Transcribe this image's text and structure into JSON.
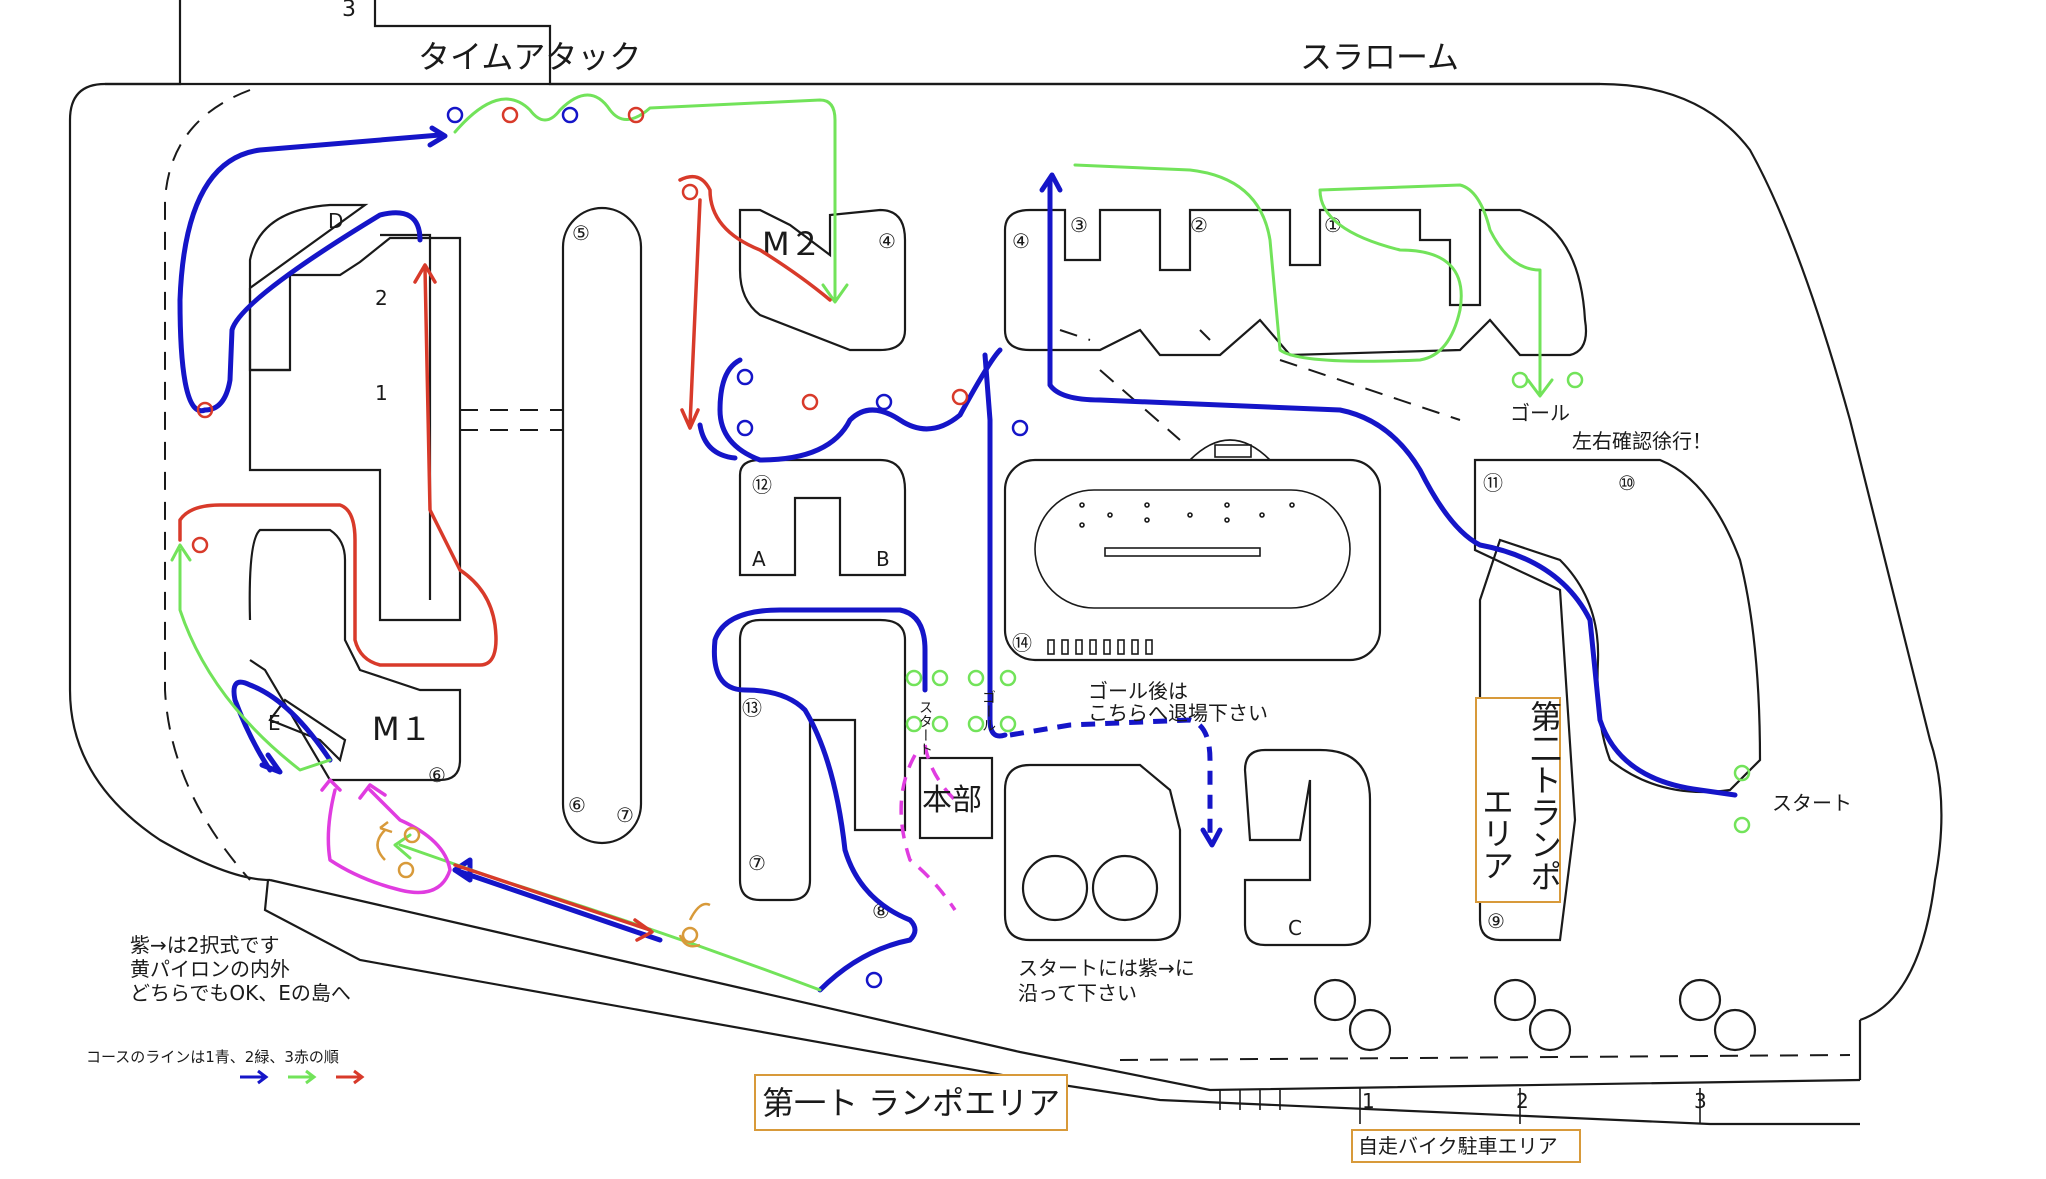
{
  "areas": {
    "time_attack": "タイムアタック",
    "slalom": "スラローム",
    "ramp1": "第一ト ランポエリア",
    "ramp2_col1": "第二トランポ",
    "ramp2_col2": "エリア",
    "parking": "自走バイク駐車エリア",
    "honbu": "本部",
    "m1": "M１",
    "m2": "M２"
  },
  "notes": {
    "purple_line1": "紫→は2択式です",
    "purple_line2": "黄パイロンの内外",
    "purple_line3": "どちらでもOK、Eの島へ",
    "course_order": "コースのラインは1青、2緑、3赤の順",
    "goal_after_1": "ゴール後は",
    "goal_after_2": "こちらへ退場下さい",
    "start_follow_1": "スタートには紫→に",
    "start_follow_2": "沿って下さい",
    "slalom_goal": "ゴール",
    "check_lr": "左右確認徐行！",
    "slalom_start": "スタート",
    "ta_start": "スタート",
    "ta_goal": "ゴール"
  },
  "island_labels": {
    "a": "A",
    "b": "B",
    "c": "C",
    "d": "D",
    "e": "E"
  },
  "numbers": {
    "n1": "①",
    "n2": "②",
    "n3": "③",
    "n4": "④",
    "n5": "⑤",
    "n6": "⑥",
    "n7": "⑦",
    "n8": "⑧",
    "n9": "⑨",
    "n10": "⑩",
    "n11": "⑪",
    "n12": "⑫",
    "n13": "⑬",
    "n14": "⑭",
    "p1": "1",
    "p2": "2",
    "p3": "3",
    "top3": "3",
    "d1": "1",
    "d2": "2"
  },
  "colors": {
    "line1": "#1515c8",
    "line2": "#72e35a",
    "line3": "#d83a2a",
    "purple": "#e03ce0",
    "label_frame": "#d89a3a",
    "honbu_text": "#e07a20"
  },
  "course_order_legend": [
    "blue",
    "green",
    "red"
  ]
}
